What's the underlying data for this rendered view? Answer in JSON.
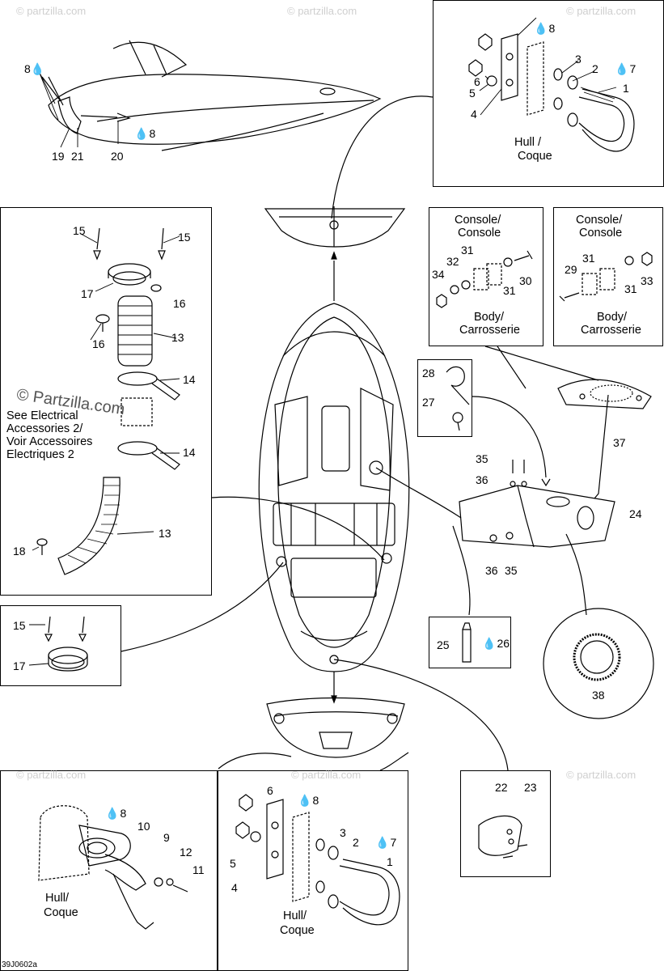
{
  "watermark": {
    "text": "© partzilla.com",
    "large_text": "© Partzilla.com"
  },
  "diagram_code": "39J0602a",
  "drop_symbol": "💧",
  "labels": {
    "top_left": {
      "l8a": "8",
      "l19": "19",
      "l21": "21",
      "l20": "20",
      "l8b": "8"
    },
    "top_right": {
      "l8": "8",
      "l3": "3",
      "l2": "2",
      "l7": "7",
      "l6": "6",
      "l5": "5",
      "l1": "1",
      "l4": "4",
      "hull": "Hull /",
      "coque": "Coque"
    },
    "vent": {
      "l15a": "15",
      "l15b": "15",
      "l17": "17",
      "l16a": "16",
      "l16b": "16",
      "l13a": "13",
      "l14a": "14",
      "l14b": "14",
      "l13b": "13",
      "l18": "18",
      "see_note": [
        "See Electrical",
        "Accessories 2/",
        "Voir Accessoires",
        "Electriques 2"
      ]
    },
    "console_a": {
      "title1": "Console/",
      "title2": "Console",
      "l31a": "31",
      "l32": "32",
      "l34": "34",
      "l31b": "31",
      "l30": "30",
      "body1": "Body/",
      "body2": "Carrosserie"
    },
    "console_b": {
      "title1": "Console/",
      "title2": "Console",
      "l31a": "31",
      "l29": "29",
      "l31b": "31",
      "l33": "33",
      "body1": "Body/",
      "body2": "Carrosserie"
    },
    "tie": {
      "l28": "28",
      "l27": "27"
    },
    "right_mid": {
      "l35a": "35",
      "l36a": "36",
      "l24": "24",
      "l36b": "36",
      "l35b": "35",
      "l37": "37",
      "l38": "38"
    },
    "small_left": {
      "l15": "15",
      "l17": "17"
    },
    "sealant": {
      "l25": "25",
      "l26": "26"
    },
    "bottom_left": {
      "l8": "8",
      "l10": "10",
      "l9": "9",
      "l12": "12",
      "l11": "11",
      "hull": "Hull/",
      "coque": "Coque"
    },
    "bottom_mid": {
      "l6": "6",
      "l8": "8",
      "l3": "3",
      "l2": "2",
      "l7": "7",
      "l5": "5",
      "l1": "1",
      "l4": "4",
      "hull": "Hull/",
      "coque": "Coque"
    },
    "bottom_right": {
      "l22": "22",
      "l23": "23"
    }
  }
}
